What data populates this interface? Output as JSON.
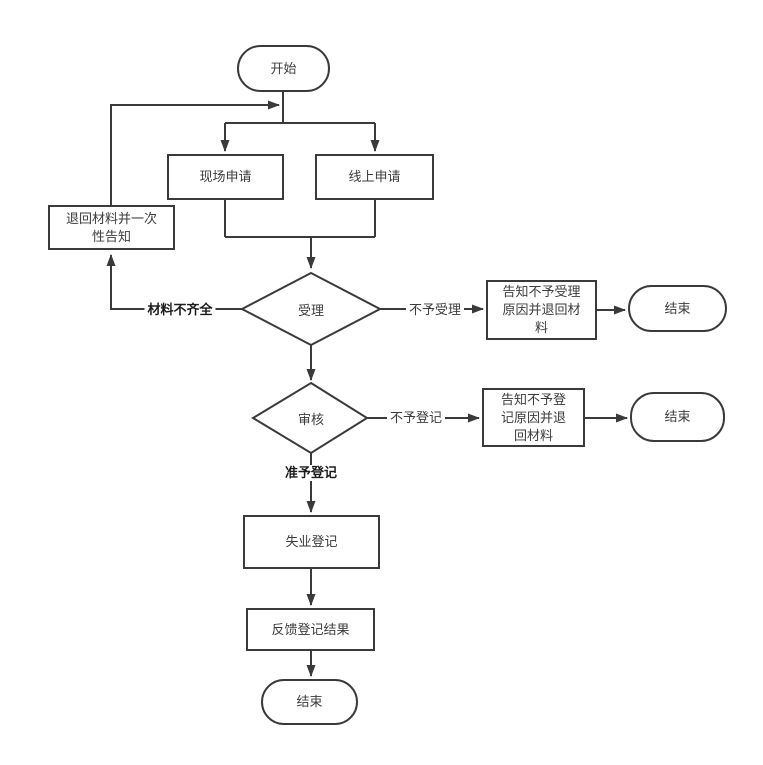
{
  "flowchart": {
    "nodes": {
      "start": "开始",
      "onsite_apply": "现场申请",
      "online_apply": "线上申请",
      "return_materials": "退回材料并一次性告知",
      "accept": "受理",
      "notify_not_accept": "告知不予受理原因并退回材料",
      "end_accept": "结束",
      "review": "审核",
      "notify_not_register": "告知不予登记原因并退回材料",
      "end_review": "结束",
      "unemployment_registration": "失业登记",
      "feedback_result": "反馈登记结果",
      "end_final": "结束"
    },
    "edge_labels": {
      "materials_incomplete": "材料不齐全",
      "not_accept": "不予受理",
      "not_register": "不予登记",
      "grant_register": "准予登记"
    },
    "colors": {
      "line": "#3a3a3a",
      "text": "#3c3c3c",
      "bold_label_text": "#1c1c1c",
      "node_fill": "#ffffff",
      "background": "#ffffff"
    }
  }
}
